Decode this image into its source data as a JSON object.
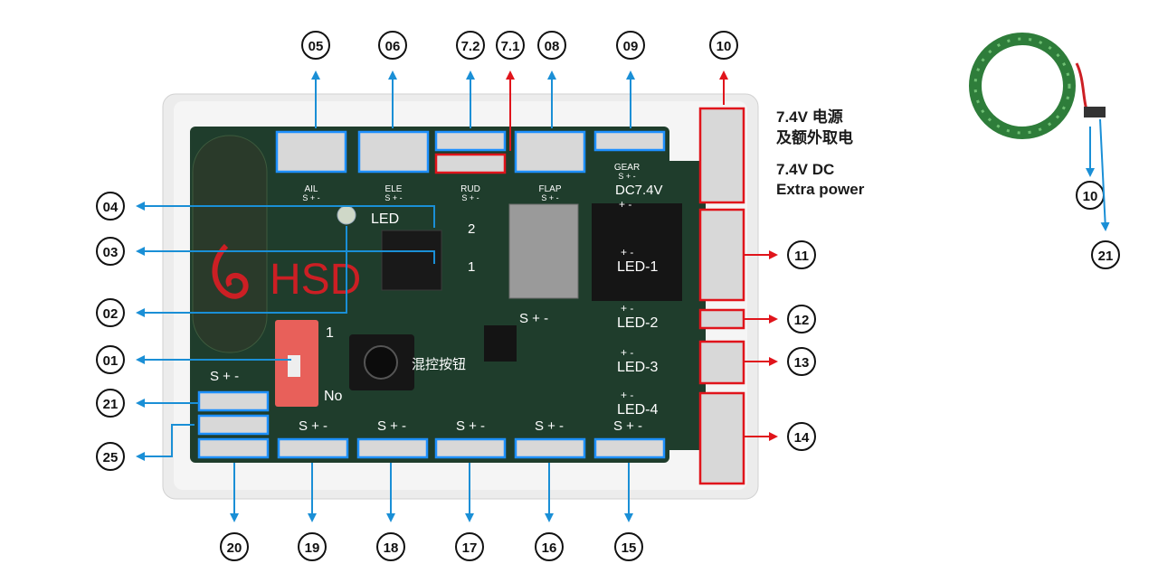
{
  "brand": {
    "logo_text": "HSD"
  },
  "power_note": {
    "cn_line1": "7.4V 电源",
    "cn_line2": "及额外取电",
    "en_line1": "7.4V DC",
    "en_line2": "Extra power"
  },
  "board_labels": {
    "led": "LED",
    "switch_on": "1",
    "switch_off": "No",
    "mix_button": "混控按钮",
    "dc_voltage": "DC7.4V",
    "plus_minus": "+    -",
    "port1": "1",
    "port2": "2",
    "signal_plus_minus": "S  +  -"
  },
  "top_channels": [
    {
      "label": "AIL",
      "pins": "S + -"
    },
    {
      "label": "ELE",
      "pins": "S + -"
    },
    {
      "label": "RUD",
      "pins": "S + -"
    },
    {
      "label": "FLAP",
      "pins": "S + -"
    },
    {
      "label": "GEAR",
      "pins": "S + -"
    }
  ],
  "led_outputs": [
    {
      "label": "LED-1",
      "sign": "+    -"
    },
    {
      "label": "LED-2",
      "sign": "+    -"
    },
    {
      "label": "LED-3",
      "sign": "+    -"
    },
    {
      "label": "LED-4",
      "sign": "+    -"
    }
  ],
  "callouts": {
    "top": [
      "05",
      "06",
      "7.2",
      "7.1",
      "08",
      "09",
      "10"
    ],
    "left": [
      "04",
      "03",
      "02",
      "01",
      "21",
      "25"
    ],
    "right": [
      "11",
      "12",
      "13",
      "14"
    ],
    "bottom": [
      "20",
      "19",
      "18",
      "17",
      "16",
      "15"
    ],
    "ring": [
      "10",
      "21"
    ]
  },
  "colors": {
    "board": "#1f3d2c",
    "callout_blue": "#1a8fd6",
    "callout_red": "#e0141b",
    "header_blue": "#1e90ff",
    "header_red": "#e0141b",
    "logo_red": "#cc1f24"
  }
}
